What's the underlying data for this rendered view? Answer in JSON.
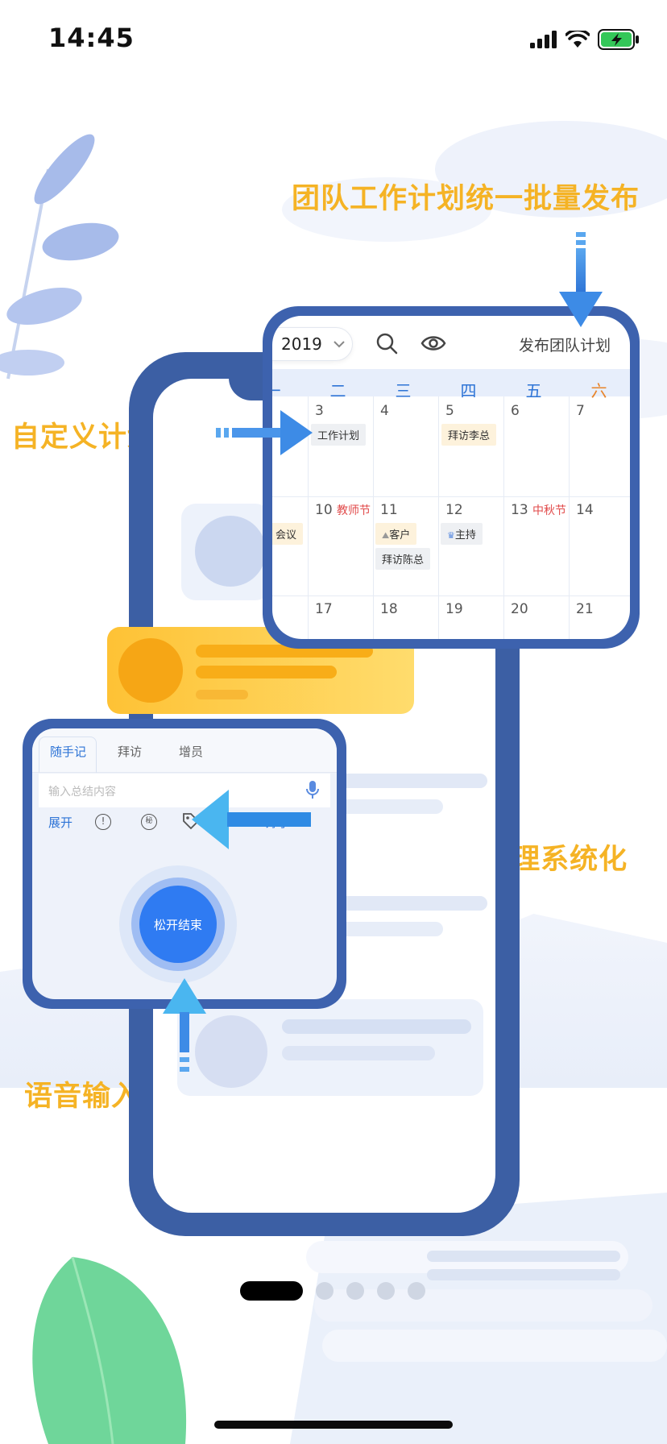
{
  "status_bar": {
    "time": "14:45"
  },
  "captions": {
    "top": "团队工作计划统一批量发布",
    "edit": "自定义计划编辑",
    "tags": "添加标签 内容管理系统化",
    "voice": "语音输入转文字 解放双手"
  },
  "calendar": {
    "year": "2019",
    "publish_label": "发布团队计划",
    "weekdays": [
      "一",
      "二",
      "三",
      "四",
      "五",
      "六"
    ],
    "weeks": [
      {
        "days": [
          {
            "num": "",
            "holiday": "",
            "events": []
          },
          {
            "num": "3",
            "holiday": "",
            "events": [
              "工作计划"
            ]
          },
          {
            "num": "4",
            "holiday": "",
            "events": []
          },
          {
            "num": "5",
            "holiday": "",
            "events": [
              "拜访李总"
            ]
          },
          {
            "num": "6",
            "holiday": "",
            "events": []
          },
          {
            "num": "7",
            "holiday": "",
            "events": []
          }
        ]
      },
      {
        "days": [
          {
            "num": "",
            "holiday": "",
            "events": [
              "会议"
            ]
          },
          {
            "num": "10",
            "holiday": "教师节",
            "events": []
          },
          {
            "num": "11",
            "holiday": "",
            "events": [
              "客户",
              "拜访陈总"
            ]
          },
          {
            "num": "12",
            "holiday": "",
            "events": [
              "主持"
            ]
          },
          {
            "num": "13",
            "holiday": "中秋节",
            "events": []
          },
          {
            "num": "14",
            "holiday": "",
            "events": []
          }
        ]
      },
      {
        "days": [
          {
            "num": "",
            "holiday": "",
            "events": []
          },
          {
            "num": "17",
            "holiday": "",
            "events": []
          },
          {
            "num": "18",
            "holiday": "",
            "events": []
          },
          {
            "num": "19",
            "holiday": "",
            "events": []
          },
          {
            "num": "20",
            "holiday": "",
            "events": []
          },
          {
            "num": "21",
            "holiday": "",
            "events": []
          }
        ]
      }
    ]
  },
  "memo": {
    "tabs": [
      "随手记",
      "拜访",
      "增员"
    ],
    "input_placeholder": "输入总结内容",
    "expand_label": "展开",
    "done_label": "好了",
    "release_label": "松开结束"
  },
  "pager": {
    "count": 5,
    "active": 0
  },
  "colors": {
    "caption": "#f5b325",
    "phone_frame": "#3c5fa4",
    "accent_blue": "#2e74d6",
    "holiday_red": "#e14a4a",
    "yellow_card": "#fec235"
  }
}
